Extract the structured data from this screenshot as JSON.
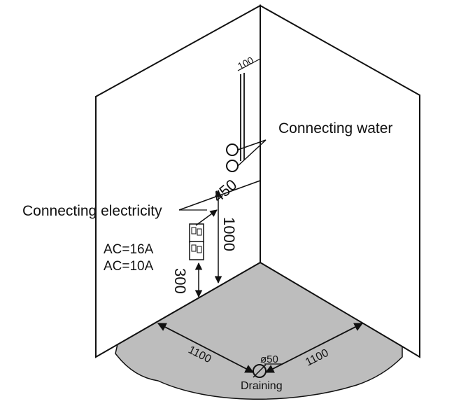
{
  "labels": {
    "connecting_water": "Connecting water",
    "connecting_electricity": "Connecting electricity",
    "ac_16a": "AC=16A",
    "ac_10a": "AC=10A",
    "draining": "Draining"
  },
  "dimensions": {
    "pipe_offset": "100",
    "water_height": "450",
    "outlet_height": "1000",
    "socket_height": "300",
    "left_width": "1100",
    "right_width": "1100",
    "drain_diameter": "ø50"
  },
  "colors": {
    "tray": "#bdbdbd",
    "walls": "#ffffff",
    "lines": "#111111"
  }
}
